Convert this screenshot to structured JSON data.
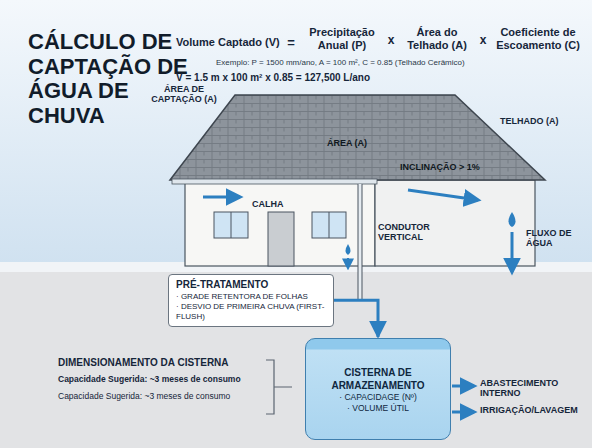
{
  "diagram": {
    "title": "CÁLCULO DE CAPTAÇÃO DE ÁGUA DE CHUVA",
    "nodes": [
      {
        "text": [
          "PRÉ-TRATAMENTO",
          "· GRADE RETENTORA DE FOLHAS",
          "· DESVIO DE PRIMEIRA CHUVA (FIRST-FLUSH)"
        ]
      },
      {
        "text": [
          "CISTERNA DE ARMAZENAMENTO",
          "· CAPACIDAGE (Nº)",
          "· VOLUME ÚTIL"
        ]
      }
    ],
    "edges": [
      {
        "from": 0,
        "to": 1,
        "arrow": "to"
      }
    ],
    "labels": [
      "Volume Captado (V)",
      "=",
      "Precipitação Anual (P)",
      "x",
      "Área do Telhado (A)",
      "x",
      "Coeficiente de Escoamento (C)",
      "Exemplo: P = 1500 mm/ano, A = 100 m², C = 0.85 (Telhado Cerâmico)",
      "V = 1.5 m x 100 m² x 0.85 = 127,500 L/ano",
      "ÁREA DE CAPTAÇÃO (A)",
      "ÁREA (A)",
      "TELHADO (A)",
      "INCLINAÇÃO > 1%",
      "CALHA",
      "CONDUTOR VERTICAL",
      "FLUXO DE ÁGUA",
      "DIMENSIONAMENTO DA CISTERNA",
      "Capacidade Sugerida: ~3 meses de consumo",
      "Capacidade Sugerida: ~3 meses de consumo",
      "ABASTECIMENTO INTERNO",
      "IRRIGAÇÃO/LAVAGEM"
    ]
  }
}
